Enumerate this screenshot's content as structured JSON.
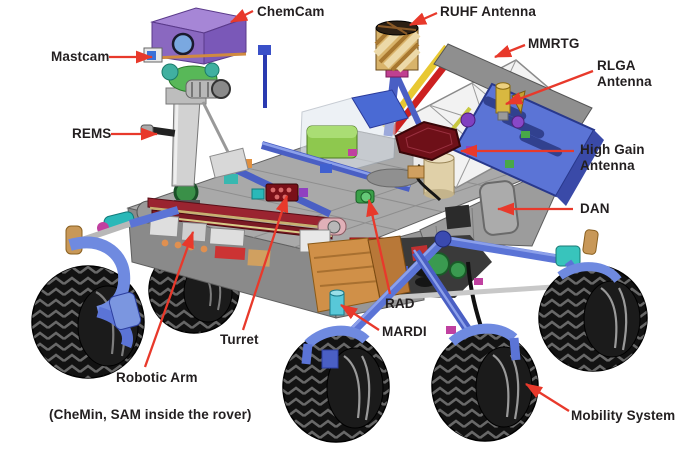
{
  "colors": {
    "background": "#ffffff",
    "arrow": "#e8392b",
    "text": "#231f20"
  },
  "labels": {
    "chemcam": "ChemCam",
    "mastcam": "Mastcam",
    "rems": "REMS",
    "ruhf": "RUHF Antenna",
    "mmrtg": "MMRTG",
    "rlga": "RLGA\nAntenna",
    "high_gain": "High Gain\nAntenna",
    "dan": "DAN",
    "rad": "RAD",
    "mardi": "MARDI",
    "turret": "Turret",
    "robotic_arm": "Robotic Arm",
    "mobility": "Mobility System",
    "note": "(CheMin, SAM inside the rover)"
  }
}
